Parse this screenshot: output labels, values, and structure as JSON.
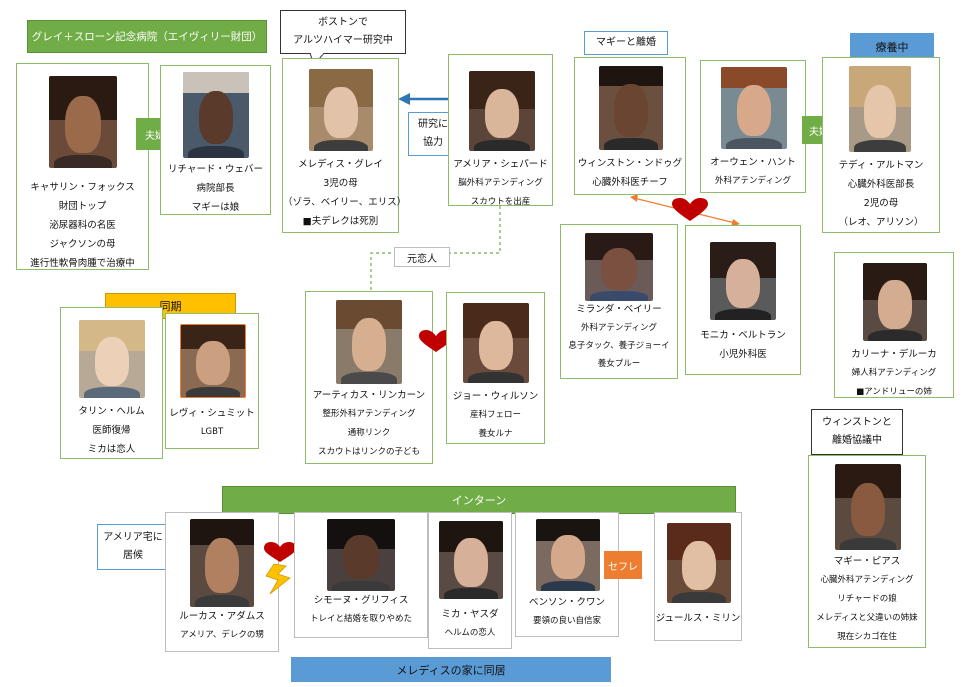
{
  "title": "グレイ＋スローン記念病院（エイヴィリー財団）",
  "labels": {
    "fufu1": "夫婦",
    "fufu2": "夫婦",
    "douki": "同期",
    "moto_koibito": "元恋人",
    "kenkyu": [
      "研究に",
      "協力"
    ],
    "boston": [
      "ボストンで",
      "アルツハイマー研究中"
    ],
    "maggie_rikon": "マギーと離婚",
    "ryoyo": "療養中",
    "winston_rikon": [
      "ウィンストンと",
      "離婚協議中"
    ],
    "amelia_taku": [
      "アメリア宅に",
      "居候"
    ],
    "intern": "インターン",
    "serefre": "セフレ",
    "meredith_house": "メレディスの家に同居"
  },
  "people": {
    "catherine": [
      "キャサリン・フォックス",
      "財団トップ",
      "泌尿器科の名医",
      "ジャクソンの母",
      "進行性軟骨肉腫で治療中"
    ],
    "richard": [
      "リチャード・ウェバー",
      "病院部長",
      "マギーは娘"
    ],
    "meredith": [
      "メレディス・グレイ",
      "3児の母",
      "（ゾラ、ベイリー、エリス）",
      "■夫デレクは死別"
    ],
    "amelia": [
      "アメリア・シェパード",
      "脳外科アテンディング",
      "スカウトを出産"
    ],
    "winston": [
      "ウィンストン・ンドゥグ",
      "心臓外科医チーフ"
    ],
    "owen": [
      "オーウェン・ハント",
      "外科アテンディング"
    ],
    "teddy": [
      "テディ・アルトマン",
      "心臓外科医部長",
      "2児の母",
      "（レオ、アリソン）"
    ],
    "miranda": [
      "ミランダ・ベイリー",
      "外科アテンディング",
      "息子タック、養子ジョーイ",
      "養女プルー"
    ],
    "monica": [
      "モニカ・ベルトラン",
      "小児外科医"
    ],
    "carina": [
      "カリーナ・デルーカ",
      "婦人科アテンディング",
      "■アンドリューの姉"
    ],
    "taryn": [
      "タリン・ヘルム",
      "医師復帰",
      "ミカは恋人"
    ],
    "levi": [
      "レヴィ・シュミット",
      "LGBT"
    ],
    "atticus": [
      "アーティカス・リンカーン",
      "整形外科アテンディング",
      "通称リンク",
      "スカウトはリンクの子ども"
    ],
    "jo": [
      "ジョー・ウィルソン",
      "産科フェロー",
      "養女ルナ"
    ],
    "maggie": [
      "マギー・ピアス",
      "心臓外科アテンディング",
      "リチャードの娘",
      "メレディスと父違いの姉妹",
      "現在シカゴ在住"
    ],
    "lucas": [
      "ルーカス・アダムス",
      "アメリア、デレクの甥"
    ],
    "simone": [
      "シモーヌ・グリフィス",
      "トレイと結婚を取りやめた"
    ],
    "mika": [
      "ミカ・ヤスダ",
      "ヘルムの恋人"
    ],
    "benson": [
      "ベンソン・クワン",
      "要領の良い自信家"
    ],
    "jules": [
      "ジュールス・ミリン"
    ]
  },
  "colors": {
    "green": "#70ad47",
    "blue": "#5b9bd5",
    "gold": "#ffc000",
    "orange": "#ed7d31",
    "heart": "#c00000",
    "card_border": "#8dbd6a"
  }
}
